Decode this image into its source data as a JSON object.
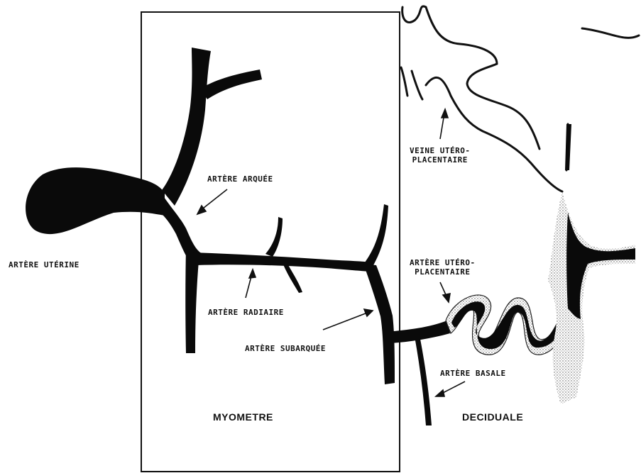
{
  "labels": {
    "artere_uterine": "ARTÈRE UTÉRINE",
    "artere_arquee": "ARTÈRE ARQUÉE",
    "artere_radiaire": "ARTÈRE RADIAIRE",
    "artere_subarquee": "ARTÈRE SUBARQUÉE",
    "veine_line1": "VEINE UTÉRO-",
    "veine_line2": "PLACENTAIRE",
    "artere_utero_line1": "ARTÈRE UTÉRO-",
    "artere_utero_line2": "PLACENTAIRE",
    "artere_basale": "ARTÈRE BASALE"
  },
  "regions": {
    "myometre": "MYOMETRE",
    "deciduale": "DECIDUALE"
  },
  "colors": {
    "vessel": "#0a0a0a",
    "outline": "#111111",
    "background": "#ffffff",
    "stipple": "#777777"
  }
}
